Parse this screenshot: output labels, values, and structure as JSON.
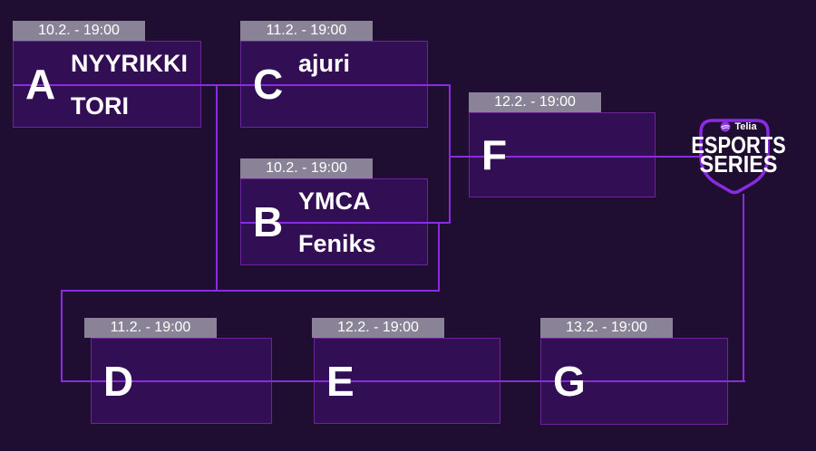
{
  "colors": {
    "background": "#1f0e31",
    "accent": "#8a2be2",
    "box_fill": "#320e55",
    "box_border": "#6e239c",
    "date_bar_bg": "#8a8397",
    "text": "#ffffff"
  },
  "bracket": {
    "matches": {
      "A": {
        "letter": "A",
        "date": "10.2. - 19:00",
        "team1": "NYYRIKKI",
        "team2": "TORI"
      },
      "B": {
        "letter": "B",
        "date": "10.2. - 19:00",
        "team1": "YMCA",
        "team2": "Feniks"
      },
      "C": {
        "letter": "C",
        "date": "11.2. - 19:00",
        "team1": "ajuri",
        "team2": ""
      },
      "D": {
        "letter": "D",
        "date": "11.2. - 19:00",
        "team1": "",
        "team2": ""
      },
      "E": {
        "letter": "E",
        "date": "12.2. - 19:00",
        "team1": "",
        "team2": ""
      },
      "F": {
        "letter": "F",
        "date": "12.2. - 19:00",
        "team1": "",
        "team2": ""
      },
      "G": {
        "letter": "G",
        "date": "13.2. - 19:00",
        "team1": "",
        "team2": ""
      }
    }
  },
  "logo": {
    "brand": "Telia",
    "title_line1": "ESPORTS",
    "title_line2": "SERIES"
  }
}
